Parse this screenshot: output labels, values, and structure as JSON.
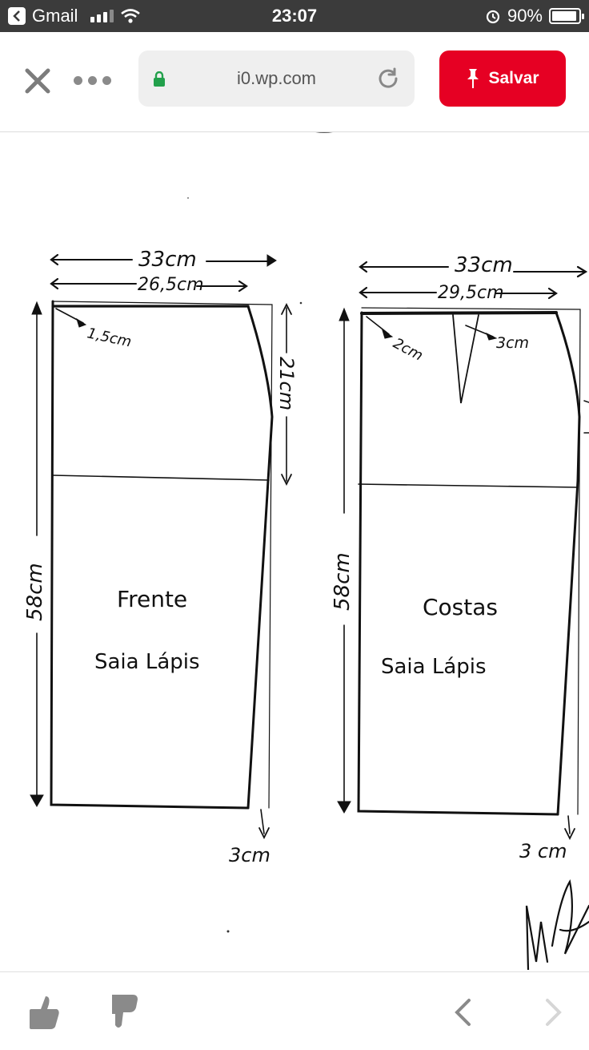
{
  "status_bar": {
    "back_app": "Gmail",
    "time": "23:07",
    "battery_percent": "90%",
    "battery_level": 0.9
  },
  "browser": {
    "url": "i0.wp.com",
    "save_label": "Salvar",
    "accent_color": "#e60023"
  },
  "pattern": {
    "front": {
      "width_top": "33cm",
      "width_inner": "26,5cm",
      "corner": "1,5cm",
      "hip_depth": "21cm",
      "length": "58cm",
      "hem_offset": "3cm",
      "label_title": "Frente",
      "label_sub": "Saia Lápis"
    },
    "back": {
      "width_top": "33cm",
      "width_inner": "29,5cm",
      "corner": "2cm",
      "dart": "3cm",
      "length": "58cm",
      "hem_offset": "3 cm",
      "label_title": "Costas",
      "label_sub": "Saia Lápis"
    }
  },
  "icons": {
    "close": "close-icon",
    "more": "more-icon",
    "lock": "lock-icon",
    "reload": "reload-icon",
    "pin": "pin-icon",
    "like": "thumbs-up-icon",
    "dislike": "thumbs-down-icon",
    "back": "chevron-left-icon",
    "forward": "chevron-right-icon"
  }
}
